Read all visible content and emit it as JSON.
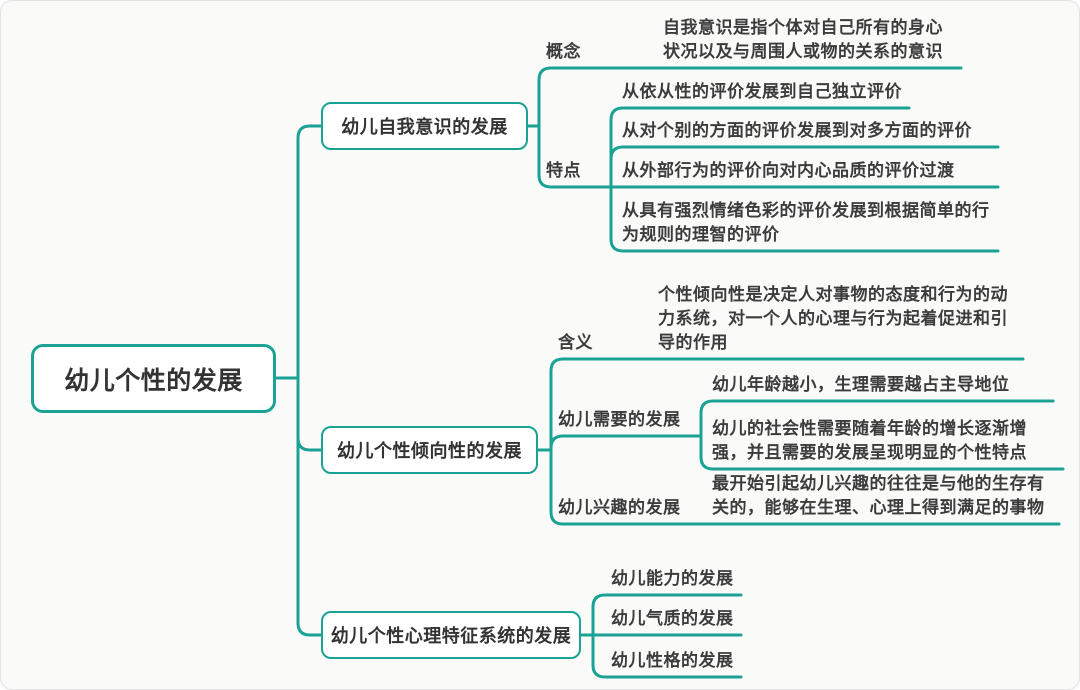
{
  "palette": {
    "line_color": "#1aa394",
    "text_color": "#3c3c3c",
    "node_bg": "#ffffff",
    "canvas_bg": "#fafaf9"
  },
  "root": {
    "label": "幼儿个性的发展"
  },
  "branches": [
    {
      "label": "幼儿自我意识的发展",
      "children": [
        {
          "label": "概念",
          "children": [
            {
              "text": "自我意识是指个体对自己所有的身心\n状况以及与周围人或物的关系的意识"
            }
          ]
        },
        {
          "label": "特点",
          "children": [
            {
              "text": "从依从性的评价发展到自己独立评价"
            },
            {
              "text": "从对个别的方面的评价发展到对多方面的评价"
            },
            {
              "text": "从外部行为的评价向对内心品质的评价过渡"
            },
            {
              "text": "从具有强烈情绪色彩的评价发展到根据简单的行\n为规则的理智的评价"
            }
          ]
        }
      ]
    },
    {
      "label": "幼儿个性倾向性的发展",
      "children": [
        {
          "label": "含义",
          "children": [
            {
              "text": "个性倾向性是决定人对事物的态度和行为的动\n力系统，对一个人的心理与行为起着促进和引\n导的作用"
            }
          ]
        },
        {
          "label": "幼儿需要的发展",
          "children": [
            {
              "text": "幼儿年龄越小，生理需要越占主导地位"
            },
            {
              "text": "幼儿的社会性需要随着年龄的增长逐渐增\n强，并且需要的发展呈现明显的个性特点"
            }
          ]
        },
        {
          "label": "幼儿兴趣的发展",
          "children": [
            {
              "text": "最开始引起幼儿兴趣的往往是与他的生存有\n关的，能够在生理、心理上得到满足的事物"
            }
          ]
        }
      ]
    },
    {
      "label": "幼儿个性心理特征系统的发展",
      "children": [
        {
          "text": "幼儿能力的发展"
        },
        {
          "text": "幼儿气质的发展"
        },
        {
          "text": "幼儿性格的发展"
        }
      ]
    }
  ]
}
